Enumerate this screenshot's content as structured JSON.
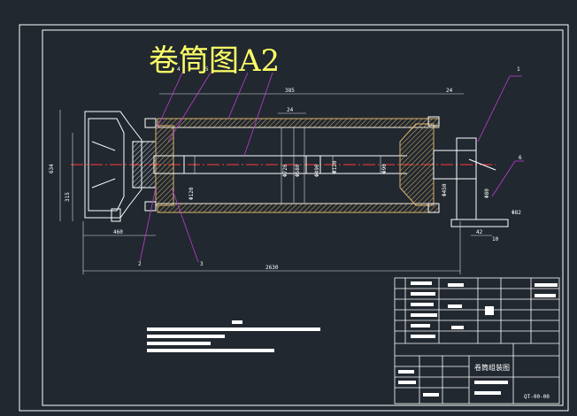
{
  "drawing": {
    "title": "卷筒图A2",
    "colors": {
      "background": "#212830",
      "frame": "#ffffff",
      "outline": "#ffffff",
      "shell": "#d9b26a",
      "centerline": "#ff3b3b",
      "leader": "#c03cd0",
      "dimension": "#e0e0e0",
      "title_text": "#ffff66"
    }
  },
  "dimensions": {
    "top_length": "385",
    "top_right": "24",
    "inner_width": "24",
    "total_length": "2630",
    "left_offset": "460",
    "right_offset": "42",
    "left_height": "634",
    "left_height2": "315",
    "d1": "Φ720",
    "d2": "Φ580",
    "d3": "Φ490",
    "d4": "Φ120",
    "d5": "Φ120",
    "d6": "Φ90",
    "d7": "Φ450",
    "d8": "Φ80",
    "d9": "Φ82",
    "d10": "10"
  },
  "balloons": {
    "b1": "1",
    "b2": "2",
    "b3": "3",
    "b4": "4",
    "b5": "5",
    "b6": "6"
  },
  "title_block": {
    "drawing_name": "卷筒组装图",
    "drawing_number": "QT-00-00"
  }
}
